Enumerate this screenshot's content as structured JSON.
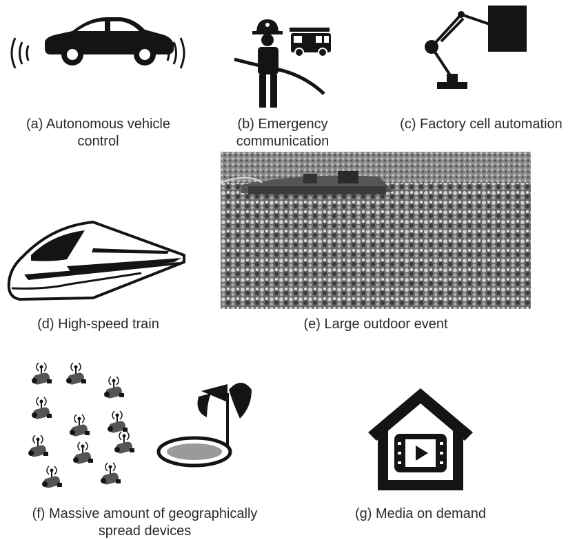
{
  "panels": {
    "a": {
      "line1": "(a) Autonomous vehicle",
      "line2": "control",
      "icon": "car-icon"
    },
    "b": {
      "line1": "(b) Emergency",
      "line2": "communication",
      "icon": "firefighter-icon"
    },
    "c": {
      "line1": "(c) Factory cell automation",
      "icon": "robot-arm-icon"
    },
    "d": {
      "line1": "(d) High-speed train",
      "icon": "train-icon"
    },
    "e": {
      "line1": "(e) Large outdoor event",
      "icon": "crowd-photo"
    },
    "f": {
      "line1": "(f) Massive amount of geographically",
      "line2": "spread devices",
      "icon": "sensor-devices-icon"
    },
    "g": {
      "line1": "(g) Media on demand",
      "icon": "house-media-icon"
    }
  },
  "colors": {
    "ink": "#141414",
    "caption": "#2a2a2a",
    "grey": "#8a8a8a"
  }
}
